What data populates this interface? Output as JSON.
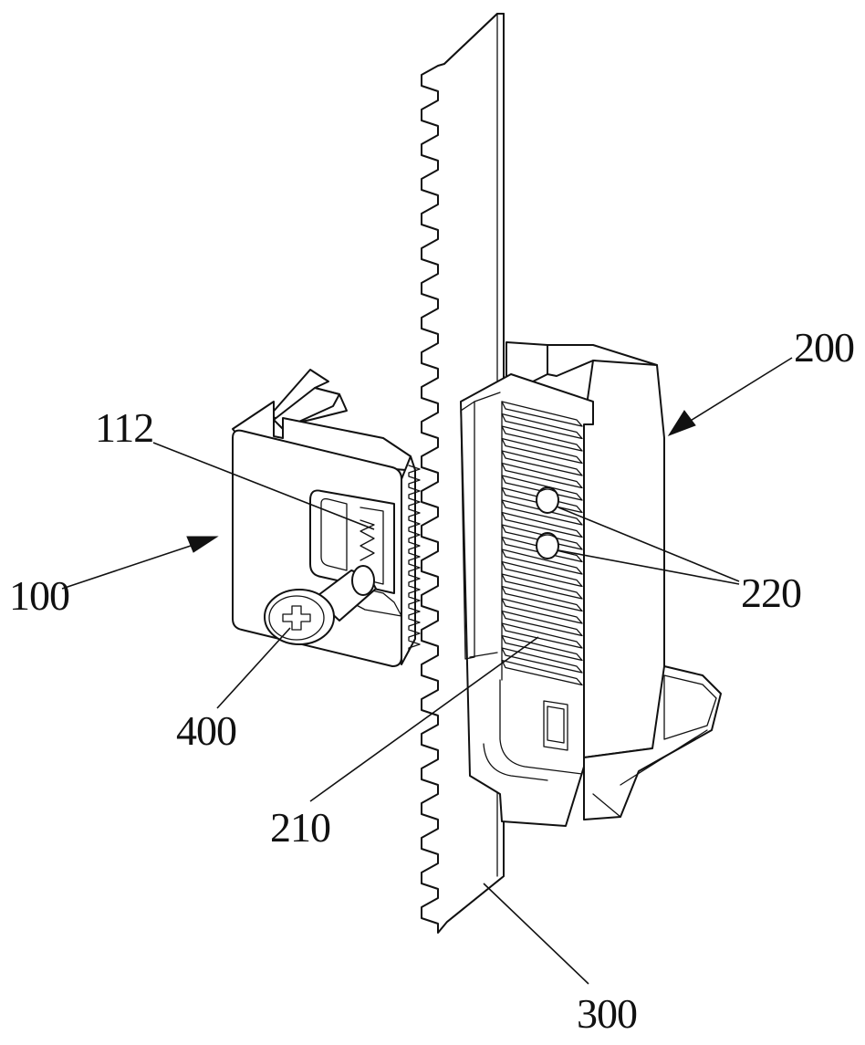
{
  "figure": {
    "labels": {
      "part_100": "100",
      "part_112": "112",
      "part_200": "200",
      "part_210": "210",
      "part_220": "220",
      "part_300": "300",
      "part_400": "400"
    }
  }
}
